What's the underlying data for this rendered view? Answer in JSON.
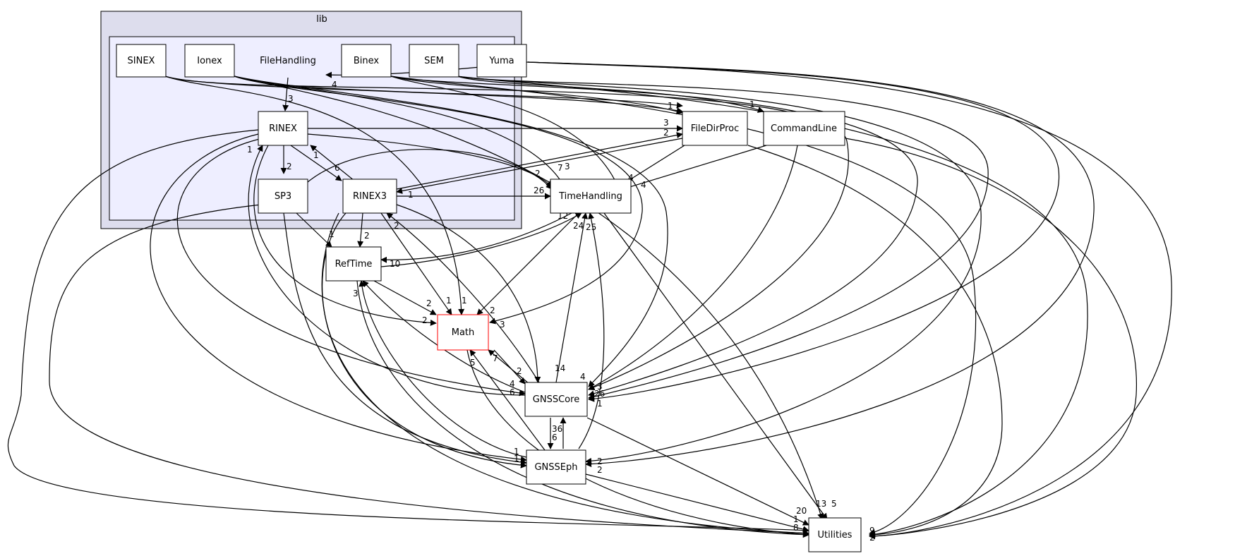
{
  "clusters": {
    "lib": {
      "label": "lib"
    },
    "filehandling": {
      "label": "FileHandling"
    }
  },
  "nodes": {
    "sinex": "SINEX",
    "ionex": "Ionex",
    "binex": "Binex",
    "sem": "SEM",
    "yuma": "Yuma",
    "rinex": "RINEX",
    "sp3": "SP3",
    "rinex3": "RINEX3",
    "filedirproc": "FileDirProc",
    "commandline": "CommandLine",
    "timehandling": "TimeHandling",
    "reftime": "RefTime",
    "math": "Math",
    "gnsscore": "GNSSCore",
    "gnsseph": "GNSSEph",
    "utilities": "Utilities"
  },
  "edge_labels": {
    "fh_rinex": "3",
    "fh_in_1": "4",
    "rinex_fdp": "3",
    "rinex_fdp_b": "2",
    "rinex_sp3": "2",
    "rinex_rinex3": "1",
    "rinex3_rinex": "6",
    "rinex3_fdp": "1",
    "rinex3_th": "26",
    "rinex3_reftime": "2",
    "sp3_reftime": "1",
    "sp3_th": "2",
    "rinex_th": "7",
    "ionex_th": "3",
    "rinex_in": "1",
    "fdp_in_1": "1",
    "cl_in": "1",
    "th_reftime": "12",
    "reftime_th": "10",
    "th_in_a": "24",
    "th_in_b": "25",
    "fdp_th": "4",
    "binex_th": "4",
    "reftime_math": "2",
    "rinex_math": "2",
    "rinex3_math": "1",
    "ionex_math": "1",
    "gc_math": "2",
    "math_in_3": "3",
    "math_in_7": "7",
    "math_in_5": "5",
    "gc_in_14": "14",
    "gc_in_4": "4",
    "gc_in_4b": "4",
    "gc_in_2": "2",
    "gc_in_26": "26",
    "gc_in_6": "6",
    "gc_in_3": "3",
    "gc_in_1": "1",
    "gc_reftime": "3",
    "gc_rinex3": "2",
    "gc_gnsseph": "36",
    "gnsseph_gc": "6",
    "ge_in_1": "1",
    "ge_in_1b": "1",
    "ge_in_2": "2",
    "ge_in_2b": "2",
    "ut_in_20": "20",
    "ut_in_13": "13",
    "ut_in_5": "5",
    "ut_in_1": "1",
    "ut_in_8": "8",
    "ut_in_2": "2",
    "ut_in_9": "9"
  },
  "colors": {
    "lib_fill": "#dddded",
    "filehandling_fill": "#eeeeff",
    "node_border": "#000000",
    "math_border": "#ff0000",
    "edge": "#000000"
  }
}
